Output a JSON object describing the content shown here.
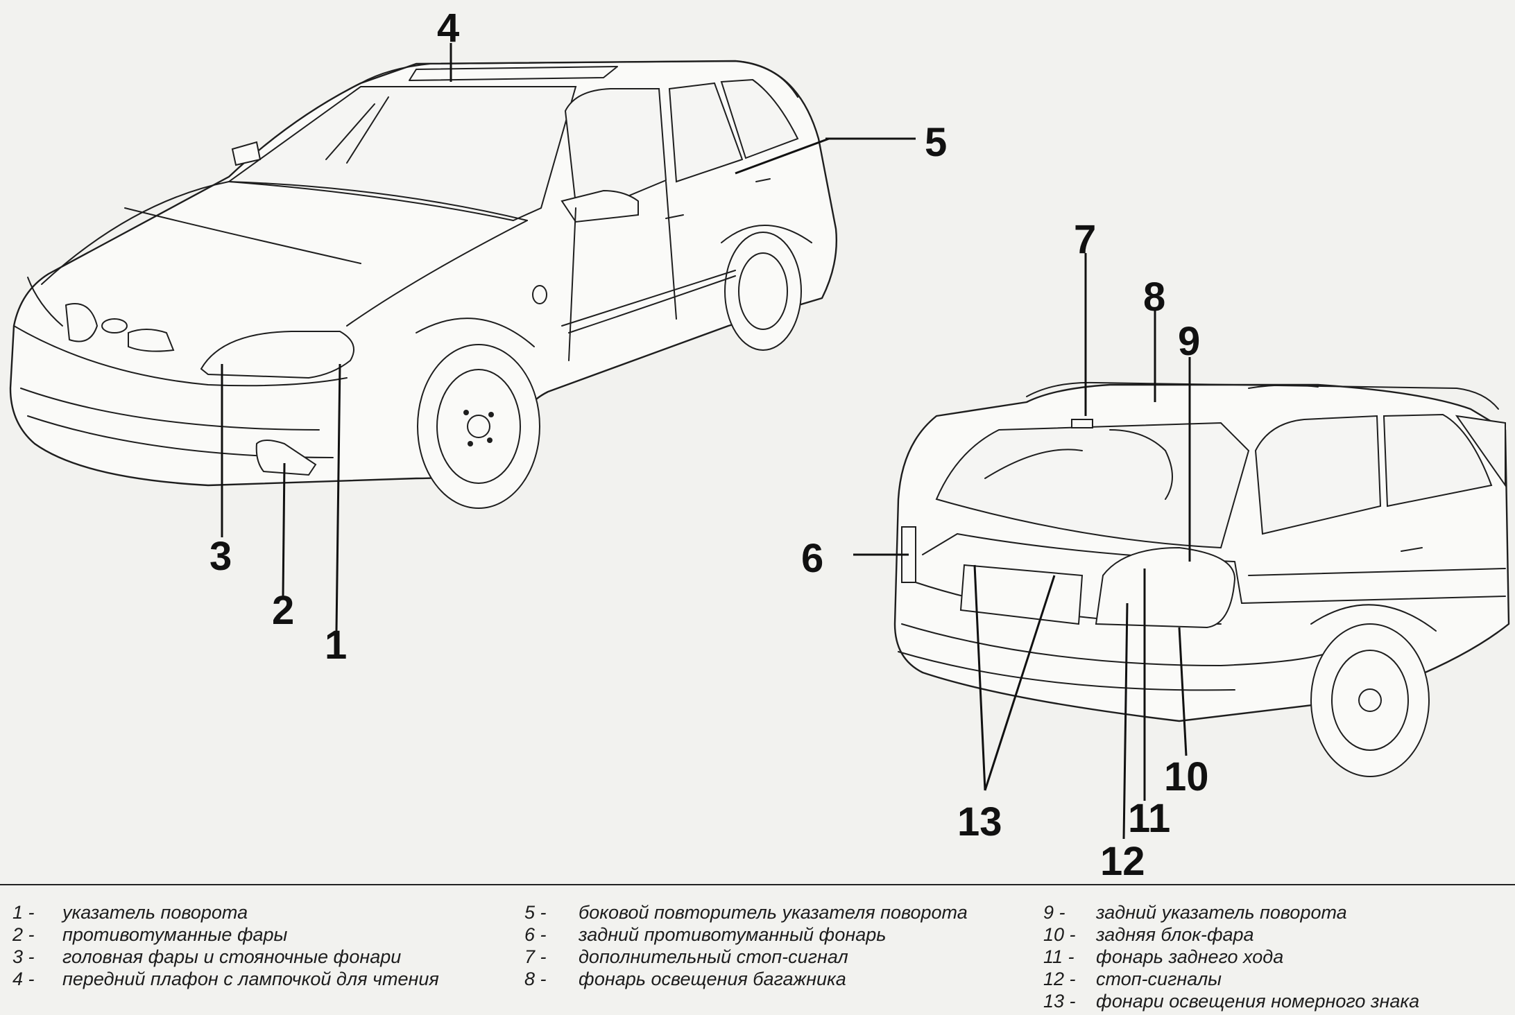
{
  "callouts": {
    "c1": "1",
    "c2": "2",
    "c3": "3",
    "c4": "4",
    "c5": "5",
    "c6": "6",
    "c7": "7",
    "c8": "8",
    "c9": "9",
    "c10": "10",
    "c11": "11",
    "c12": "12",
    "c13": "13"
  },
  "legend": {
    "col1": [
      {
        "num": "1 -",
        "text": "указатель поворота"
      },
      {
        "num": "2 -",
        "text": "противотуманные фары"
      },
      {
        "num": "3 -",
        "text": "головная фары и стояночные фонари"
      },
      {
        "num": "4 -",
        "text": "передний плафон с лампочкой для чтения"
      }
    ],
    "col2": [
      {
        "num": "5 -",
        "text": "боковой повторитель указателя поворота"
      },
      {
        "num": "6 -",
        "text": "задний противотуманный фонарь"
      },
      {
        "num": "7 -",
        "text": "дополнительный стоп-сигнал"
      },
      {
        "num": "8 -",
        "text": "фонарь освещения багажника"
      }
    ],
    "col3": [
      {
        "num": "9 -",
        "text": "задний указатель поворота"
      },
      {
        "num": "10 -",
        "text": "задняя блок-фара"
      },
      {
        "num": "11 -",
        "text": "фонарь заднего хода"
      },
      {
        "num": "12 -",
        "text": "стоп-сигналы"
      },
      {
        "num": "13 -",
        "text": "фонари освещения номерного знака"
      }
    ]
  },
  "colors": {
    "ink": "#1e1e1e",
    "paper": "#f2f2ef"
  },
  "icons": {
    "front_car": "car-front-view-icon",
    "rear_car": "car-rear-view-icon"
  }
}
